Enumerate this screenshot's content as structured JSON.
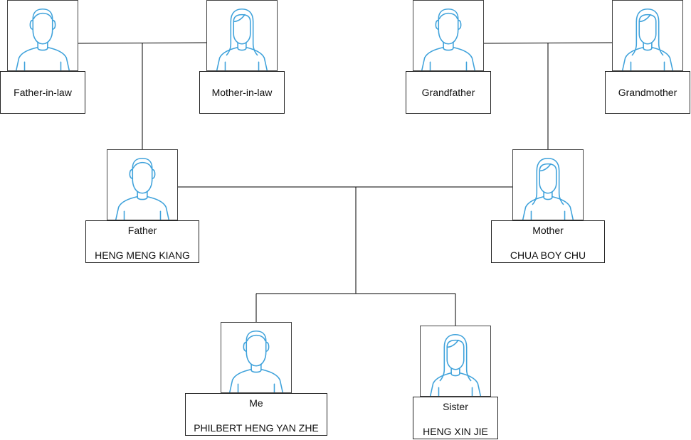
{
  "diagram": {
    "members": [
      {
        "id": "father-in-law",
        "avatar": "male-avatar-icon",
        "role": "Father-in-law",
        "name": ""
      },
      {
        "id": "mother-in-law",
        "avatar": "female-avatar-icon",
        "role": "Mother-in-law",
        "name": ""
      },
      {
        "id": "grandfather",
        "avatar": "male-avatar-icon",
        "role": "Grandfather",
        "name": ""
      },
      {
        "id": "grandmother",
        "avatar": "female-avatar-icon",
        "role": "Grandmother",
        "name": ""
      },
      {
        "id": "father",
        "avatar": "male-avatar-icon",
        "role": "Father",
        "name": "HENG MENG KIANG"
      },
      {
        "id": "mother",
        "avatar": "female-avatar-icon",
        "role": "Mother",
        "name": "CHUA BOY CHU"
      },
      {
        "id": "me",
        "avatar": "male-avatar-icon",
        "role": "Me",
        "name": "PHILBERT HENG YAN ZHE"
      },
      {
        "id": "sister",
        "avatar": "female-avatar-icon",
        "role": "Sister",
        "name": "HENG XIN JIE"
      }
    ],
    "relationships": [
      {
        "type": "couple",
        "between": [
          "father-in-law",
          "mother-in-law"
        ]
      },
      {
        "type": "couple",
        "between": [
          "grandfather",
          "grandmother"
        ]
      },
      {
        "type": "child",
        "parents": [
          "father-in-law",
          "mother-in-law"
        ],
        "child": "father"
      },
      {
        "type": "child",
        "parents": [
          "grandfather",
          "grandmother"
        ],
        "child": "mother"
      },
      {
        "type": "couple",
        "between": [
          "father",
          "mother"
        ]
      },
      {
        "type": "child",
        "parents": [
          "father",
          "mother"
        ],
        "child": "me"
      },
      {
        "type": "child",
        "parents": [
          "father",
          "mother"
        ],
        "child": "sister"
      }
    ],
    "colors": {
      "avatar_stroke": "#3FA2DB",
      "line": "#000000",
      "border": "#333333"
    }
  }
}
